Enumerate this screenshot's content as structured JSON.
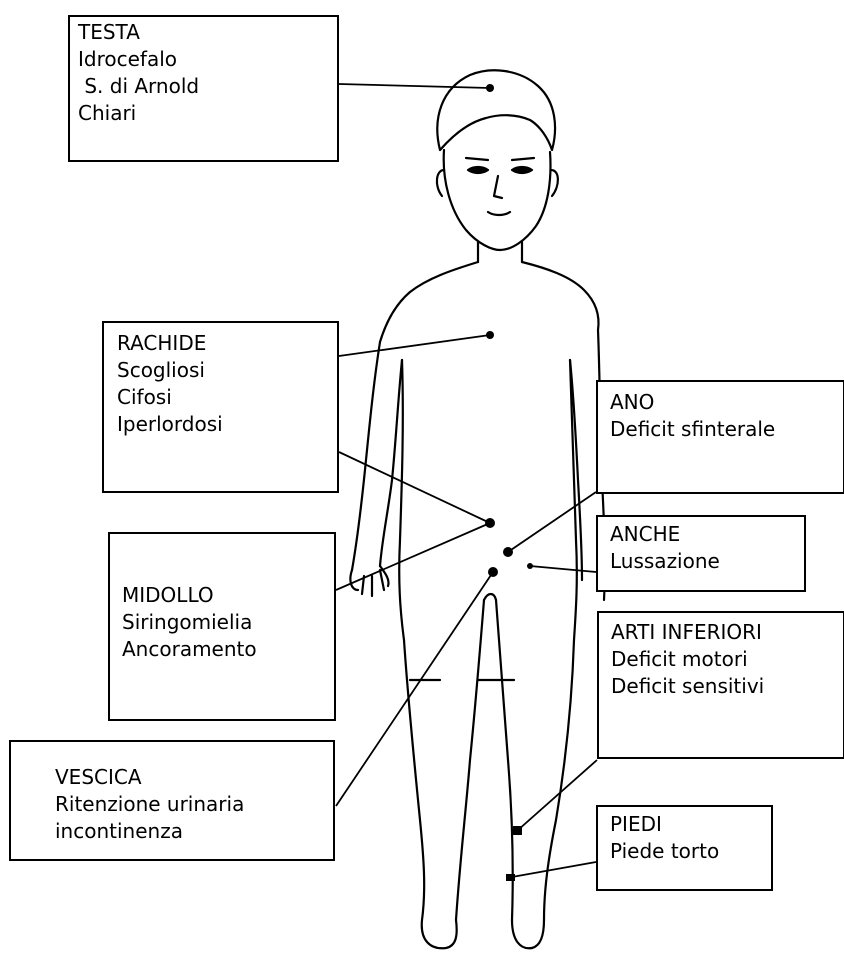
{
  "boxes": {
    "testa": {
      "title": "TESTA",
      "lines": [
        "Idrocefalo",
        " S. di Arnold",
        "Chiari"
      ]
    },
    "rachide": {
      "title": "RACHIDE",
      "lines": [
        "Scogliosi",
        "Cifosi",
        "Iperlordosi"
      ]
    },
    "ano": {
      "title": "ANO",
      "lines": [
        "Deficit sfinterale"
      ]
    },
    "anche": {
      "title": "ANCHE",
      "lines": [
        "Lussazione"
      ]
    },
    "midollo": {
      "title": "MIDOLLO",
      "lines": [
        "Siringomielia",
        "Ancoramento"
      ]
    },
    "arti": {
      "title": "ARTI INFERIORI",
      "lines": [
        "Deficit motori",
        "Deficit sensitivi"
      ]
    },
    "vescica": {
      "title": "VESCICA",
      "lines": [
        "Ritenzione urinaria",
        "incontinenza"
      ]
    },
    "piedi": {
      "title": "PIEDI",
      "lines": [
        "Piede torto"
      ]
    }
  },
  "figure": {
    "subject": "child-body-outline",
    "line_color": "#000000",
    "background": "#ffffff"
  }
}
